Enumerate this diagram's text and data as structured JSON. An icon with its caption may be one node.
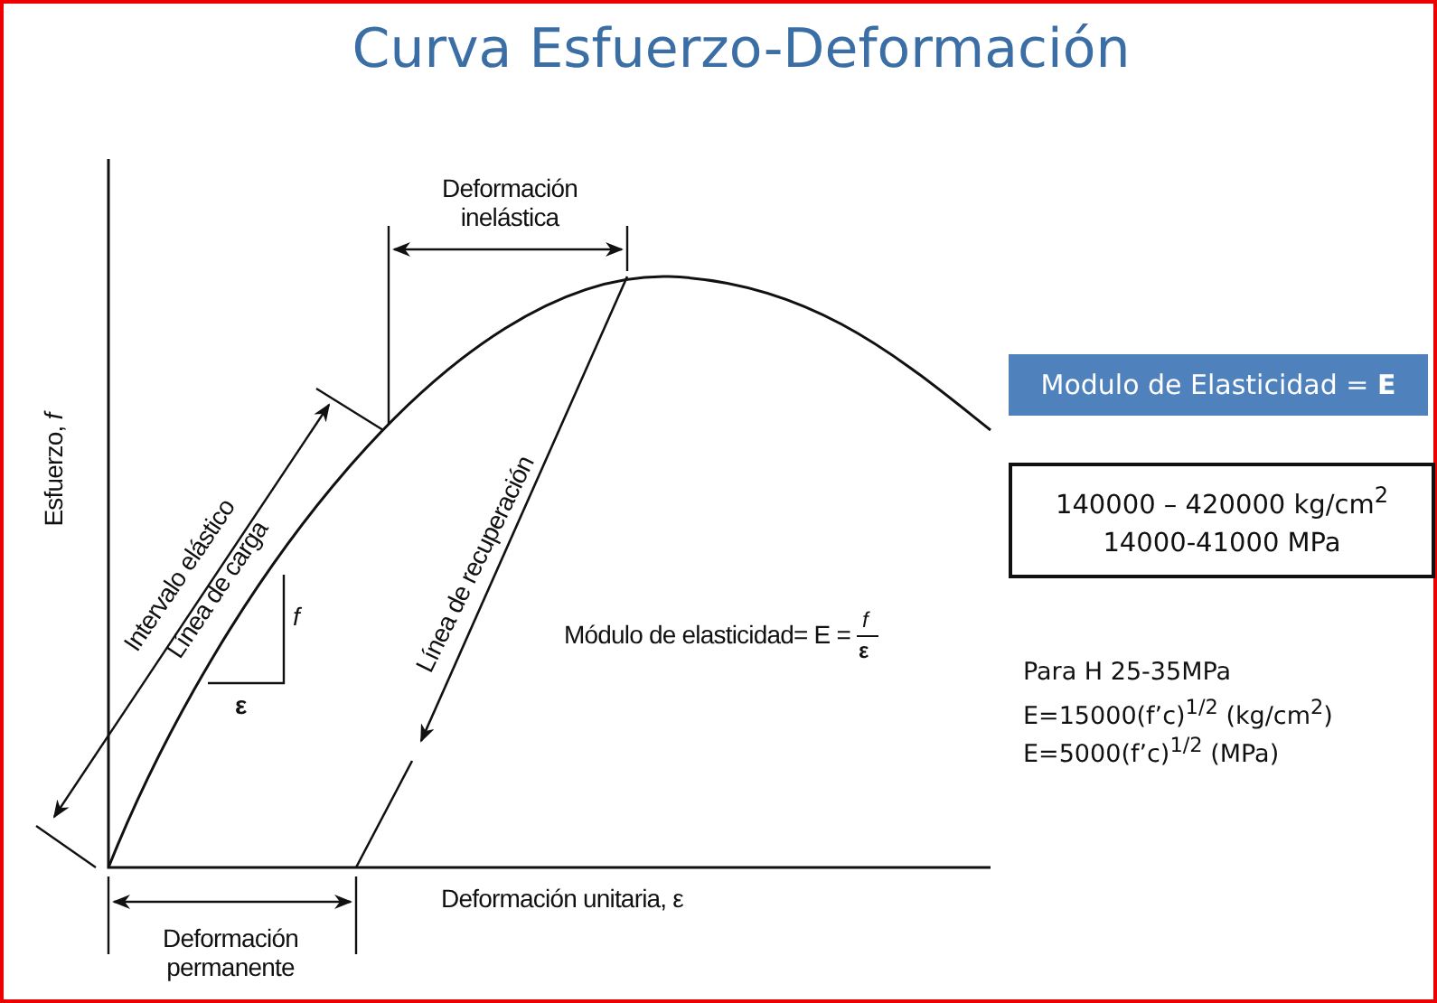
{
  "diagram": {
    "title": "Curva Esfuerzo-Deformación",
    "nodes": [
      {
        "text": [
          "Modulo de Elasticidad = **E**"
        ]
      },
      {
        "text": [
          "140000 – 420000 kg/cm$^{2}$ 14000-41000 MPa"
        ]
      }
    ],
    "labels": [
      "Deformación inelástica",
      "Esfuerzo, *f*",
      "Intervalo elástico",
      "Línea de carga",
      "f",
      "ε",
      "Línea de recuperación",
      "Módulo de elasticidad= E =",
      "f",
      "ε",
      "Deformación unitaria, ε",
      "Deformación permanente",
      "Para H 25-35MPa",
      "E=15000(f’c)$^{1/2}$ (kg/cm$^{2}$)",
      "E=5000(f’c)$^{1/2}$ (MPa)"
    ]
  }
}
